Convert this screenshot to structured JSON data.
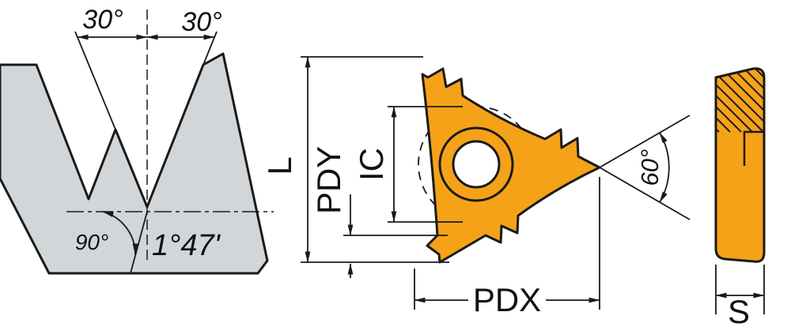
{
  "figure": {
    "type": "technical-drawing",
    "subject": "60-degree threading insert: thread profile, front view and side view"
  },
  "colors": {
    "insert": "#F5A218",
    "steel": "#D3D6D8",
    "line": "#1A1A1A",
    "background": "#FFFFFF"
  },
  "thread_profile": {
    "left_flank_angle": "30°",
    "right_flank_angle": "30°",
    "root_angle": "90°",
    "taper_angle": "1°47'"
  },
  "front_view": {
    "length_label": "L",
    "pd_y_label": "PDY",
    "inscribed_circle_label": "IC",
    "pd_x_label": "PDX",
    "point_angle_label": "60°"
  },
  "side_view": {
    "thickness_label": "S"
  }
}
